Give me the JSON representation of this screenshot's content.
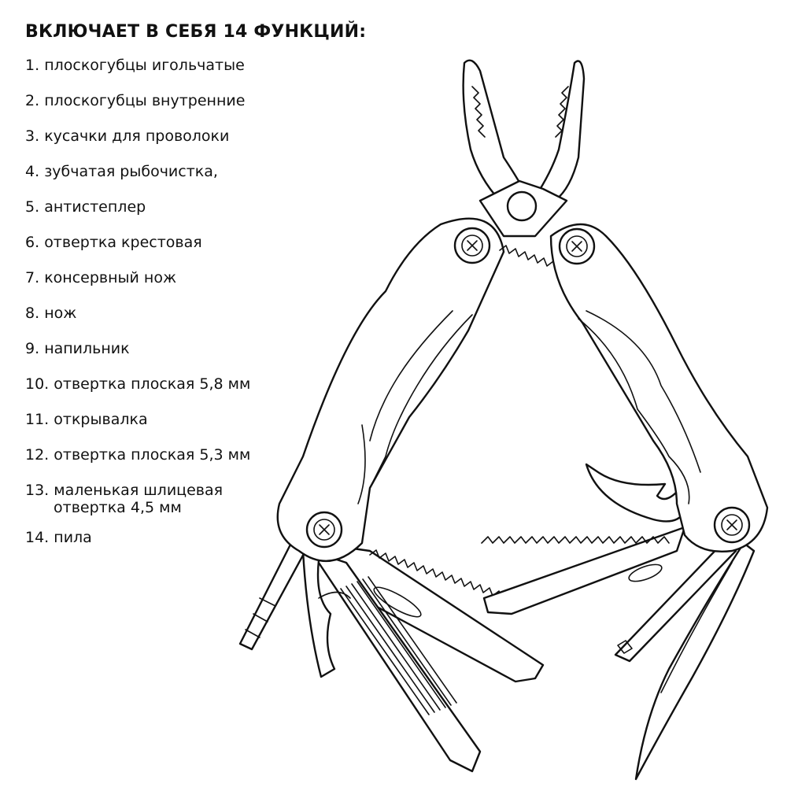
{
  "heading": "ВКЛЮЧАЕТ В СЕБЯ 14 ФУНКЦИЙ:",
  "features": [
    {
      "num": "1.",
      "text": "плоскогубцы игольчатые"
    },
    {
      "num": "2.",
      "text": "плоскогубцы внутренние"
    },
    {
      "num": "3.",
      "text": "кусачки для проволоки"
    },
    {
      "num": "4.",
      "text": "зубчатая рыбочистка,"
    },
    {
      "num": "5.",
      "text": "антистеплер"
    },
    {
      "num": "6.",
      "text": "отвертка крестовая"
    },
    {
      "num": "7.",
      "text": "консервный нож"
    },
    {
      "num": "8.",
      "text": "нож"
    },
    {
      "num": "9.",
      "text": "напильник"
    },
    {
      "num": "10.",
      "text": "отвертка плоская 5,8 мм"
    },
    {
      "num": "11.",
      "text": "открывалка"
    },
    {
      "num": "12.",
      "text": "отвертка плоская 5,3 мм"
    },
    {
      "num": "13.",
      "text": "маленькая шлицевая",
      "cont": "отвертка 4,5 мм"
    },
    {
      "num": "14.",
      "text": "пила"
    }
  ],
  "illustration": {
    "icon": "multitool-illustration-icon"
  }
}
